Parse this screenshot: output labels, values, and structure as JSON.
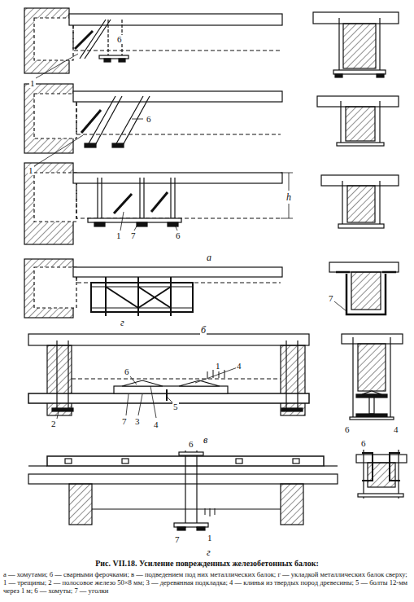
{
  "diagram": {
    "caption": "Рис. VII.18. Усиление поврежденных железобетонных балок:",
    "labels": [
      "1",
      "6",
      "1",
      "6",
      "h",
      "1",
      "7",
      "6",
      "а",
      "7",
      "г",
      "б",
      "1",
      "4",
      "2",
      "6",
      "7",
      "3",
      "5",
      "4",
      "6",
      "4",
      "в",
      "6",
      "6",
      "7",
      "1",
      "г",
      "а — хомутами; б — сварными ферочками; в — подведением под них металлических балок; г — укладкой металлических балок сверху; 1 — трещины; 2 — полосовое железо 50×8 мм; 3 — деревянная подкладка; 4 — клинья из твердых пород древесины; 5 — болты 12-мм через 1 м; 6 — хомуты; 7 — уголки"
    ]
  }
}
